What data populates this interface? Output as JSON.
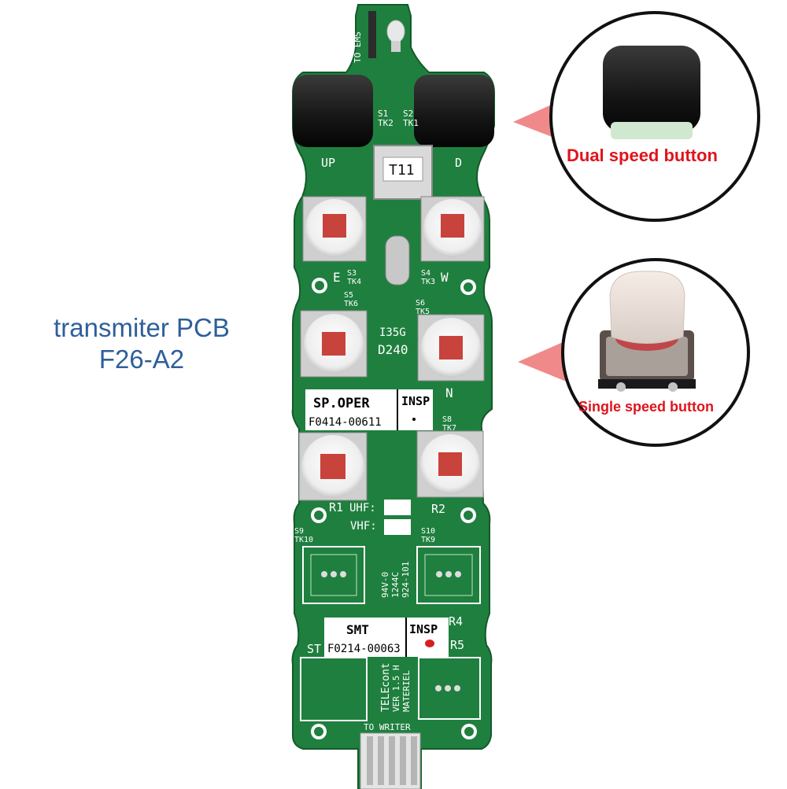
{
  "caption": {
    "line1": "transmiter PCB",
    "line2": "F26-A2"
  },
  "callouts": {
    "dual": "Dual speed button",
    "single": "Single speed button"
  },
  "pcb": {
    "to_ems": "TO EMS",
    "t11": "T11",
    "up": "UP",
    "d": "D",
    "e": "E",
    "w": "W",
    "n": "N",
    "s1": "S1",
    "tk2": "TK2",
    "s2": "S2",
    "tk1": "TK1",
    "s3": "S3",
    "tk4": "TK4",
    "s4": "S4",
    "tk3": "TK3",
    "s5": "S5",
    "tk6": "TK6",
    "s6": "S6",
    "tk5": "TK5",
    "s8": "S8",
    "tk7": "TK7",
    "s9": "S9",
    "tk10": "TK10",
    "s10": "S10",
    "tk9": "TK9",
    "code1": "I35G",
    "d240": "D240",
    "label1_title": "SP.OPER",
    "label1_code": "F0414-00611",
    "label1_insp": "INSP",
    "r1": "R1",
    "r2": "R2",
    "r4": "R4",
    "r5": "R5",
    "st": "ST",
    "uhf1": "UHF:",
    "uhf2": "VHF:",
    "v0": "94V-0",
    "code2": "1244C",
    "code3": "924-101",
    "label2_title": "SMT",
    "label2_code": "F0214-00063",
    "label2_insp": "INSP",
    "brand": "TELEcont",
    "ver": "VER 1.5 H",
    "materiel": "MATERIEL",
    "to_writer": "TO WRITER"
  }
}
